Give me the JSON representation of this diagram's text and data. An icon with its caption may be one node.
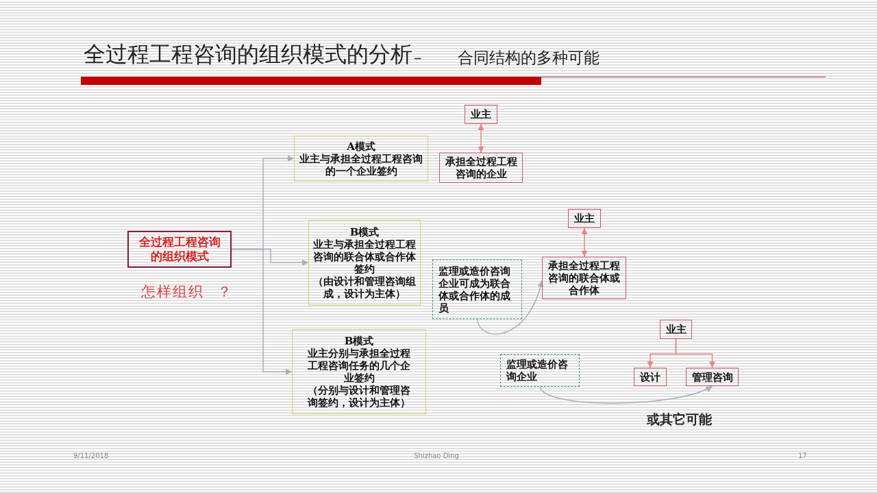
{
  "diagram": {
    "title": "全过程工程咨询的组织模式的分析",
    "nodes": [
      {
        "text": [
          "全过程工程咨询的组织模式"
        ]
      },
      {
        "text": [
          "A模式",
          "业主与承担全过程工程咨询的一个企业签约"
        ]
      },
      {
        "text": [
          "B模式",
          "业主与承担全过程工程咨询的联合体或合作体签约",
          "（由设计和管理咨询组成，设计为主体）"
        ]
      },
      {
        "text": [
          "B模式",
          "业主分别与承担全过程工程咨询任务的几个企业签约",
          "（分别与设计和管理咨询签约，设计为主体）"
        ]
      },
      {
        "text": [
          "业主"
        ]
      },
      {
        "text": [
          "承担全过程工程咨询的企业"
        ]
      },
      {
        "text": [
          "业主"
        ]
      },
      {
        "text": [
          "监理或造价咨询企业可成为联合体或合作体的成员"
        ]
      },
      {
        "text": [
          "承担全过程工程咨询的联合体或合作体"
        ]
      },
      {
        "text": [
          "业主"
        ]
      },
      {
        "text": [
          "设计"
        ]
      },
      {
        "text": [
          "管理咨询"
        ]
      },
      {
        "text": [
          "监理或造价咨询企业"
        ]
      }
    ],
    "edges": [
      {
        "from": 0,
        "to": 1,
        "arrow": "to"
      },
      {
        "from": 0,
        "to": 2,
        "arrow": "to"
      },
      {
        "from": 0,
        "to": 3,
        "arrow": "to"
      },
      {
        "from": 4,
        "to": 5,
        "arrow": "both",
        "color": "#e98585"
      },
      {
        "from": 6,
        "to": 8,
        "arrow": "both",
        "color": "#e98585"
      },
      {
        "from": 7,
        "to": 8,
        "arrow": "to"
      },
      {
        "from": 9,
        "to": 10,
        "arrow": "to",
        "color": "#e98585"
      },
      {
        "from": 9,
        "to": 11,
        "arrow": "to",
        "color": "#e98585"
      },
      {
        "from": 12,
        "to": 11,
        "arrow": "to"
      }
    ],
    "labels": [
      "– 合同结构的多种可能",
      "怎样组织 ？",
      "或其它可能",
      "9/11/2018",
      "Shizhao Ding",
      "17"
    ]
  }
}
